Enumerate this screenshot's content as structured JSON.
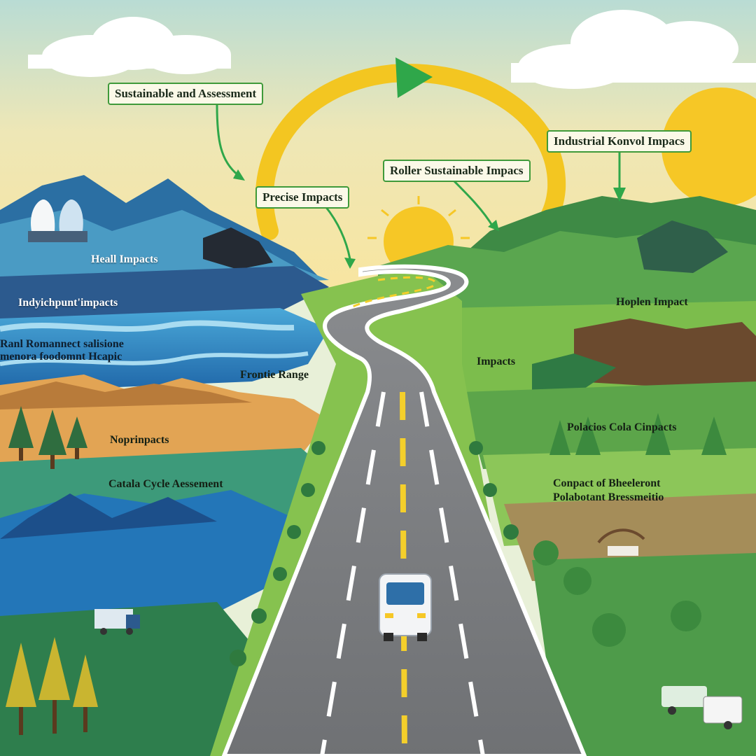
{
  "labels": {
    "sustainable_assessment": "Sustainable and Assessment",
    "industrial_impacts": "Industrial Konvol Impacs",
    "roller_impacts": "Roller Sustainable Impacs",
    "precise_impacts": "Precise Impacts",
    "health_impacts": "Heall Impacts",
    "indirect_impacts": "Indyichpunt'impacts",
    "environment_line1": "Ranl Romannect salisione",
    "environment_line2": "menora foodomnt Hcapic",
    "frontie_range": "Frontie Range",
    "nop_impacts": "Noprinpacts",
    "life_cycle": "Catala Cycle Aessement",
    "hopplen_impact": "Hoplen Impact",
    "impacts": "Impacts",
    "polar_impacts": "Polacios Cola Cinpacts",
    "compact_line1": "Conpact of Bheeleront",
    "compact_line2": "Polabotant Bressmeitio"
  },
  "colors": {
    "sky_top": "#b9dcd4",
    "sky_bottom": "#f6e9b4",
    "sun": "#f6c726",
    "cycle_arrow": "#f3c621",
    "arrow_green": "#2fa74a",
    "label_border": "#3f9a3a",
    "road": "#7d7f82",
    "road_center_line": "#f4cf2b",
    "grass": "#86c24f",
    "water": "#2d7fc0"
  },
  "icons": [
    "cloud-icon",
    "sun-icon",
    "cycle-arrow-icon",
    "vehicle-icon",
    "truck-icon",
    "tree-icon",
    "factory-icon"
  ]
}
